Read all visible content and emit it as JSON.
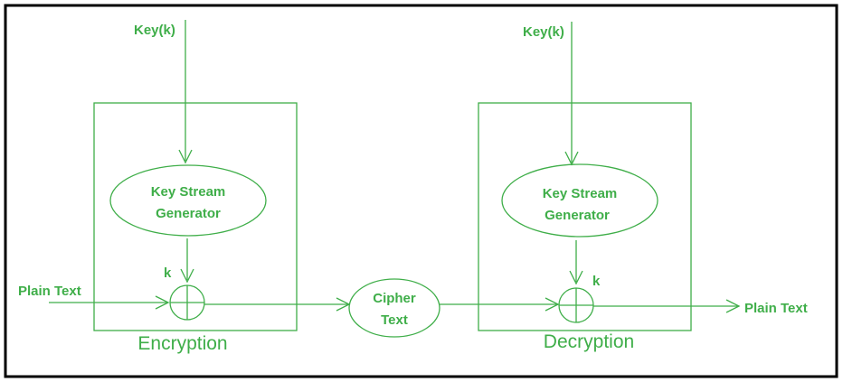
{
  "diagram": {
    "encryption": {
      "key_label": "Key(k)",
      "generator_label_line1": "Key Stream",
      "generator_label_line2": "Generator",
      "k_label": "k",
      "input_label": "Plain Text",
      "caption": "Encryption"
    },
    "cipher": {
      "line1": "Cipher",
      "line2": "Text"
    },
    "decryption": {
      "key_label": "Key(k)",
      "generator_label_line1": "Key Stream",
      "generator_label_line2": "Generator",
      "k_label": "k",
      "output_label": "Plain Text",
      "caption": "Decryption"
    },
    "colors": {
      "stroke": "#3fae49",
      "text": "#3fae49",
      "frame": "#000000",
      "background": "#ffffff"
    }
  }
}
